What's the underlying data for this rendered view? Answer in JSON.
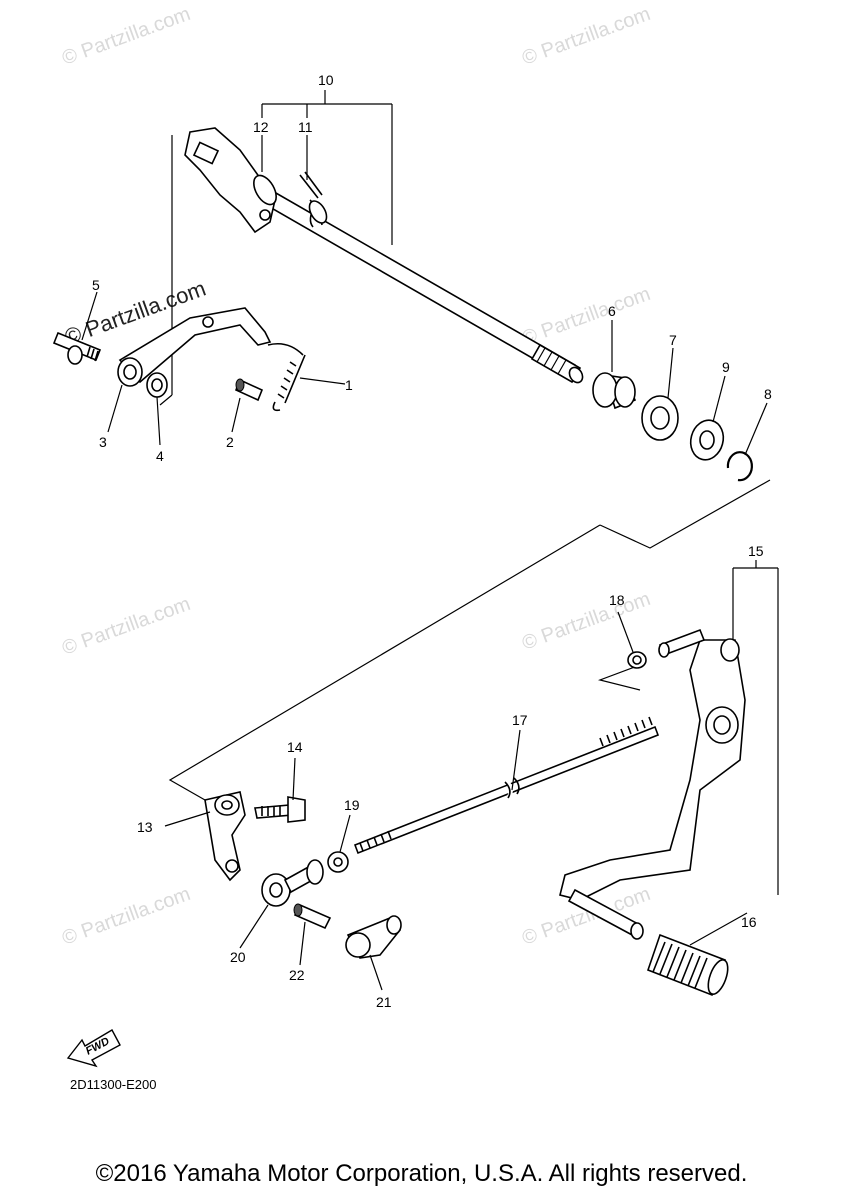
{
  "watermark": "© Partzilla.com",
  "labels": {
    "p1": "1",
    "p2": "2",
    "p3": "3",
    "p4": "4",
    "p5": "5",
    "p6": "6",
    "p7": "7",
    "p8": "8",
    "p9": "9",
    "p10": "10",
    "p11": "11",
    "p12": "12",
    "p13": "13",
    "p14": "14",
    "p15": "15",
    "p16": "16",
    "p17": "17",
    "p18": "18",
    "p19": "19",
    "p20": "20",
    "p21": "21",
    "p22": "22"
  },
  "fwd_label": "FWD",
  "part_code": "2D11300-E200",
  "copyright": "©2016 Yamaha Motor Corporation, U.S.A. All rights reserved."
}
